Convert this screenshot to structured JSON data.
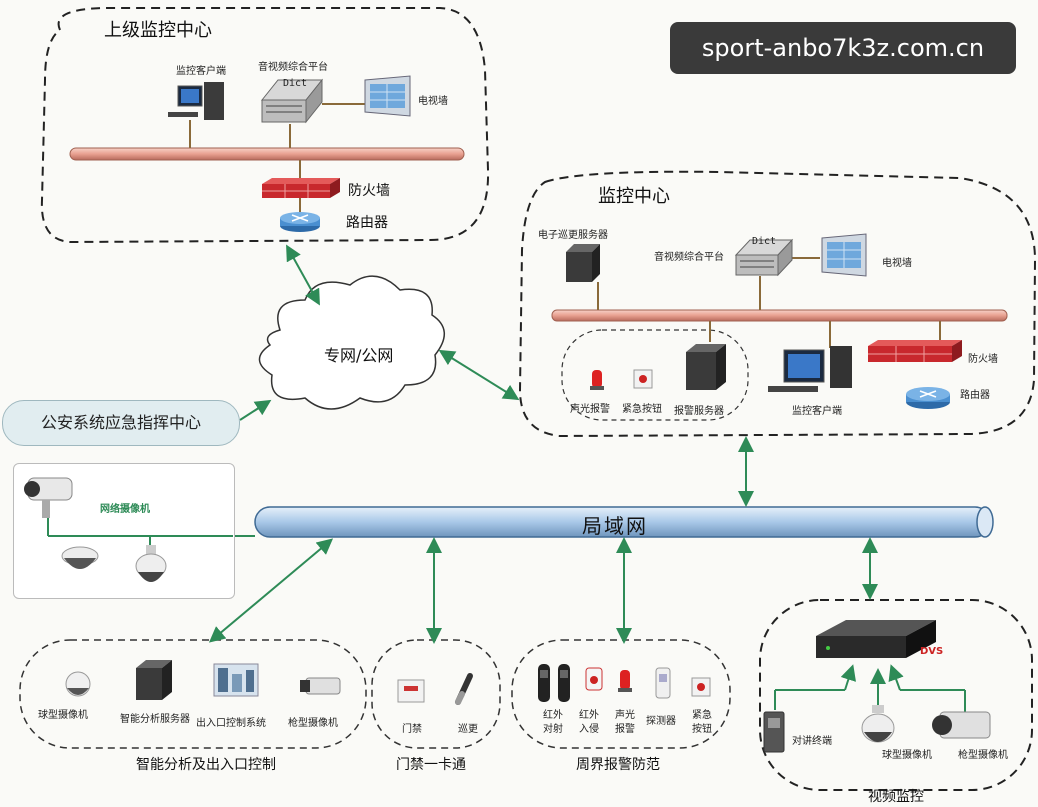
{
  "watermark": "sport-anbo7k3z.com.cn",
  "top_center": {
    "title": "上级监控中心",
    "monitor_client": "监控客户端",
    "av_platform": "音视频综合平台",
    "dict_label": "Dict",
    "tv_wall": "电视墙",
    "firewall": "防火墙",
    "router": "路由器"
  },
  "main_center": {
    "title": "监控中心",
    "patrol_server": "电子巡更服务器",
    "av_platform": "音视频综合平台",
    "dict_label": "Dict",
    "tv_wall": "电视墙",
    "sound_light_alarm": "声光报警",
    "emergency_button": "紧急按钮",
    "alarm_server": "报警服务器",
    "monitor_client": "监控客户端",
    "firewall": "防火墙",
    "router": "路由器"
  },
  "cloud_label": "专网/公网",
  "police_center": "公安系统应急指挥中心",
  "network_camera_label": "网络摄像机",
  "lan_label": "局域网",
  "smart_group": {
    "title": "智能分析及出入口控制",
    "dome_camera": "球型摄像机",
    "analysis_server": "智能分析服务器",
    "access_system": "出入口控制系统",
    "bullet_camera": "枪型摄像机"
  },
  "access_group": {
    "title": "门禁一卡通",
    "door": "门禁",
    "patrol": "巡更"
  },
  "perimeter_group": {
    "title": "周界报警防范",
    "infrared_beam_1": "红外",
    "infrared_beam_2": "对射",
    "infrared_intrusion_1": "红外",
    "infrared_intrusion_2": "入侵",
    "sound_light_1": "声光",
    "sound_light_2": "报警",
    "detector": "探测器",
    "emergency_1": "紧急",
    "emergency_2": "按钮"
  },
  "video_group": {
    "title": "视频监控",
    "dvs": "DVS",
    "intercom": "对讲终端",
    "dome_camera": "球型摄像机",
    "bullet_camera": "枪型摄像机"
  },
  "colors": {
    "arrow": "#2e8b57",
    "bus_pipe": "#e8a090",
    "lan_pipe": "#a9c8e8",
    "firewall": "#c8282d",
    "router": "#4a8fd0"
  }
}
